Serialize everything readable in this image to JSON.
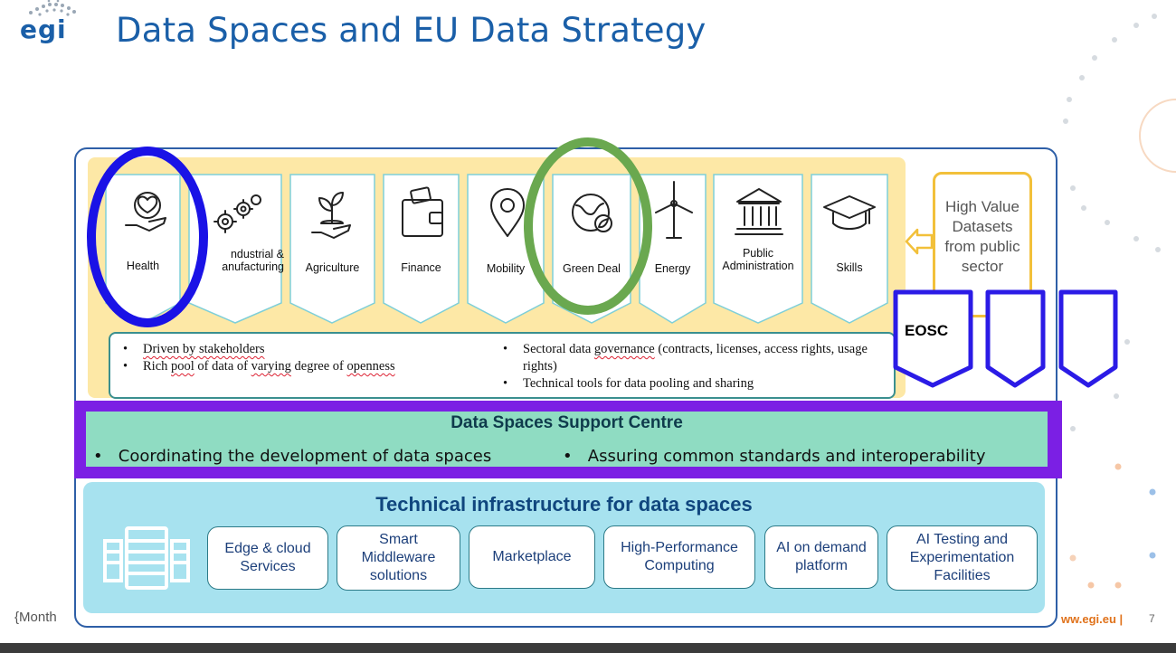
{
  "header": {
    "logo_text": "egi",
    "title": "Data Spaces and EU Data Strategy"
  },
  "sectors": [
    {
      "label": "Health",
      "icon": "health-hand-icon"
    },
    {
      "label": "Industrial & Manufacturing",
      "display": "ndustrial &\nanufacturing",
      "icon": "gears-icon"
    },
    {
      "label": "Agriculture",
      "icon": "plant-hand-icon"
    },
    {
      "label": "Finance",
      "icon": "wallet-icon"
    },
    {
      "label": "Mobility",
      "icon": "location-pin-icon"
    },
    {
      "label": "Green Deal",
      "icon": "globe-leaf-icon"
    },
    {
      "label": "Energy",
      "icon": "wind-turbine-icon"
    },
    {
      "label": "Public Administration",
      "display": "Public\nAdministration",
      "icon": "government-building-icon"
    },
    {
      "label": "Skills",
      "icon": "graduation-cap-icon"
    }
  ],
  "sector_bullets_left": [
    "Driven by stakeholders",
    "Rich pool of data of varying degree of openness"
  ],
  "sector_bullets_right": [
    "Sectoral data governance (contracts, licenses, access rights, usage rights)",
    "Technical tools for data pooling and sharing"
  ],
  "hvd": {
    "text": "High Value Datasets from public sector"
  },
  "eosc": {
    "label": "EOSC"
  },
  "dssc": {
    "title": "Data Spaces Support Centre",
    "bullet_left": "Coordinating the development of data spaces",
    "bullet_right": "Assuring common standards and interoperability"
  },
  "infrastructure": {
    "title": "Technical infrastructure for data spaces",
    "icon": "server-rack-icon",
    "items": [
      "Edge & cloud Services",
      "Smart Middleware solutions",
      "Marketplace",
      "High-Performance Computing",
      "AI on demand platform",
      "AI Testing and Experimentation Facilities"
    ]
  },
  "annotations": {
    "health_circle_color": "#1a12e6",
    "green_deal_circle_color": "#6aa84f",
    "dssc_highlight_color": "#7b1fe4",
    "eosc_shield_color": "#2b1be6"
  },
  "footer": {
    "left": "{Month",
    "right": "ww.egi.eu |",
    "page": "7"
  },
  "colors": {
    "title": "#1a5fa8",
    "yellow": "#fde8a6",
    "mint": "#8fdcc2",
    "light_blue": "#a7e2ef"
  }
}
